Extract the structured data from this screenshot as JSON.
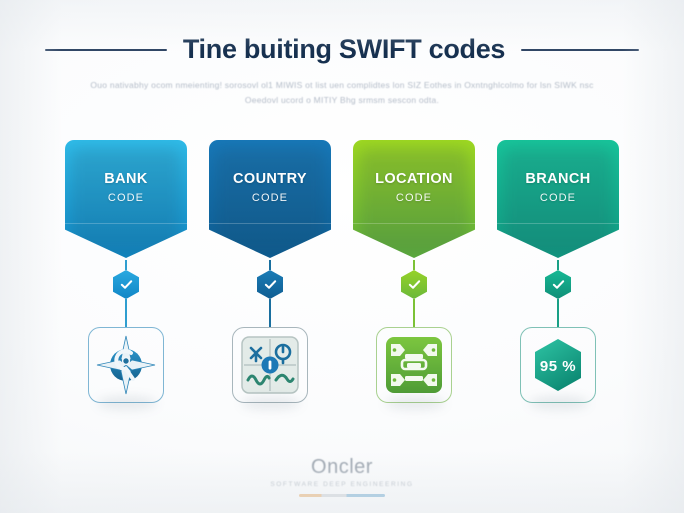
{
  "header": {
    "title": "Tine buiting SWIFT codes",
    "subtitle": "Ouo nativabhy ocom nmeienting! sorosovl ol1 MIWIS ot list uen complidtes lon SIZ Eothes in Oxntnghlcolmo for lsn SIWK nsc Oeedovl ucord o MITIY Bhg srmsm sescon odta."
  },
  "columns": [
    {
      "id": "bank",
      "banner_main": "BANK",
      "banner_sub": "CODE",
      "color_top": "#2fbbe8",
      "color_bottom": "#0f87c4",
      "badge_color_top": "#2aa9e0",
      "badge_color_bottom": "#1086c6",
      "badge_icon": "check-icon",
      "connector_color": "#2f9ed0",
      "icon_name": "compass-star-icon",
      "icon_stroke": "#1b6e9e",
      "icon_fill": "#1c7fb4",
      "icon_box_border": "#7fb6d4"
    },
    {
      "id": "country",
      "banner_main": "COUNTRY",
      "banner_sub": "CODE",
      "color_top": "#1778b8",
      "color_bottom": "#0c5d93",
      "badge_color_top": "#1b7cb6",
      "badge_color_bottom": "#0f5d92",
      "badge_icon": "check-icon",
      "connector_color": "#1a6f9f",
      "icon_name": "quadrant-grid-icon",
      "icon_stroke": "#2e7a6a",
      "icon_fill": "#1e79b8",
      "icon_box_border": "#a8b6bc"
    },
    {
      "id": "location",
      "banner_main": "LOCATION",
      "banner_sub": "CODE",
      "color_top": "#9ed821",
      "color_bottom": "#5eb03c",
      "badge_color_top": "#96d228",
      "badge_color_bottom": "#6ab83a",
      "badge_icon": "check-icon",
      "connector_color": "#7cc236",
      "icon_name": "printer-tags-icon",
      "icon_stroke": "#ffffff",
      "icon_fill": "#6bb43b",
      "icon_box_border": "#a9d190"
    },
    {
      "id": "branch",
      "banner_main": "BRANCH",
      "banner_sub": "CODE",
      "color_top": "#17c49a",
      "color_bottom": "#109a82",
      "badge_color_top": "#17b894",
      "badge_color_bottom": "#0f8f78",
      "badge_icon": "check-icon",
      "connector_color": "#19a086",
      "icon_name": "percent-hexagon-icon",
      "icon_stroke": "#0f8f7c",
      "icon_fill": "#16a88d",
      "icon_box_border": "#7fc1b6",
      "icon_text": "95 %"
    }
  ],
  "footer": {
    "wordmark": "Oncler",
    "tagline": "SOFTWARE DEEP ENGINEERING"
  }
}
